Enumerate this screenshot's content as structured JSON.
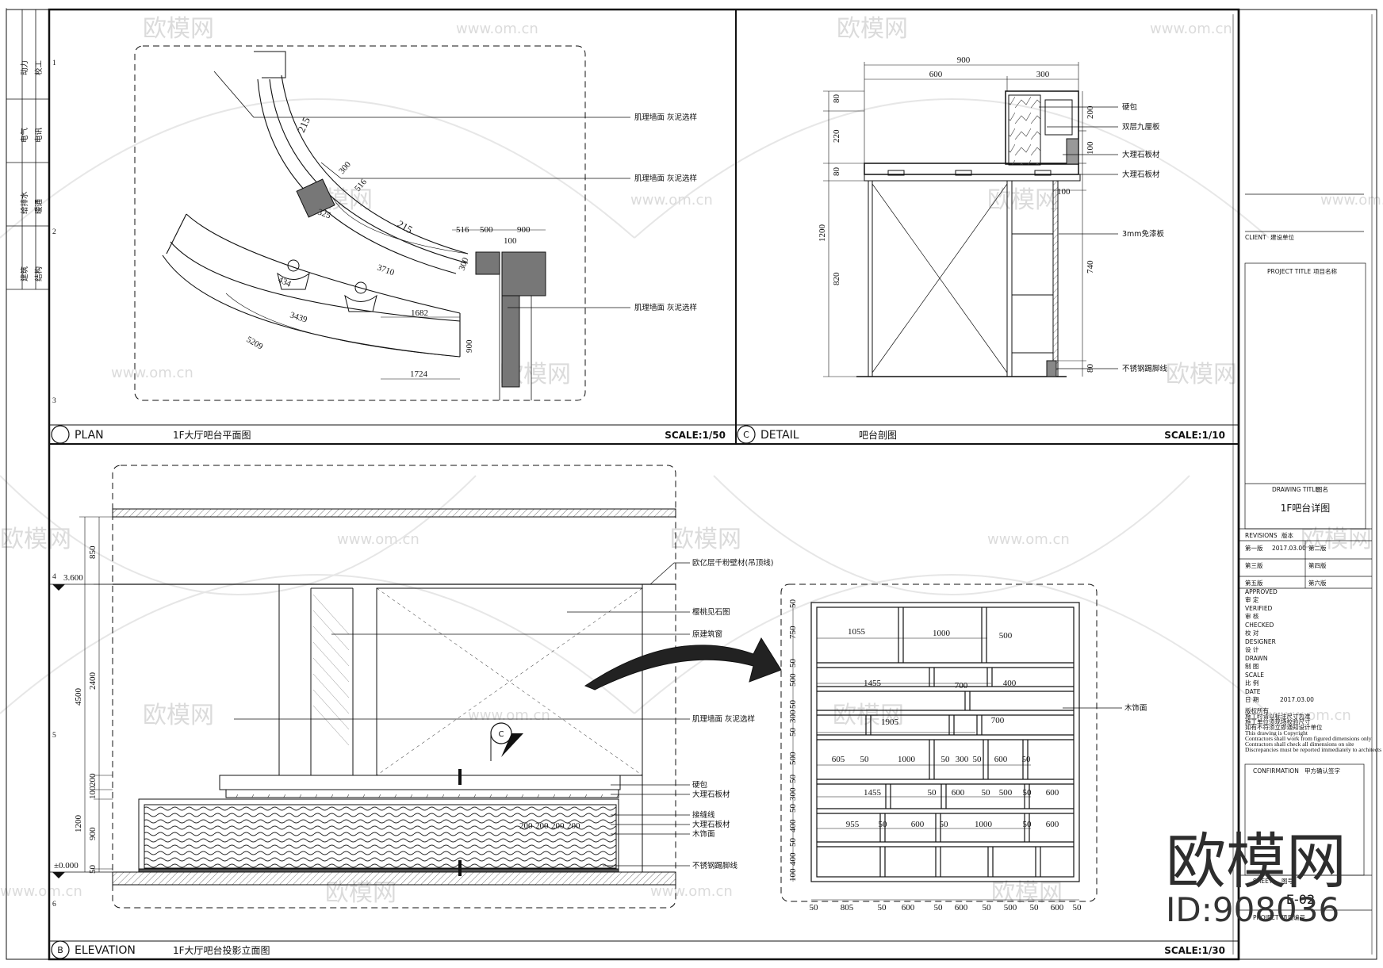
{
  "watermark": {
    "brand": "欧模网",
    "url": "www.om.cn",
    "large_brand": "欧模网",
    "id": "ID:908036"
  },
  "panels": {
    "plan": {
      "marker": "",
      "label": "PLAN",
      "title": "1F大厅吧台平面图",
      "scale": "SCALE:1/50"
    },
    "detail": {
      "marker": "C",
      "label": "DETAIL",
      "title": "吧台剖图",
      "scale": "SCALE:1/10"
    },
    "elevation": {
      "marker": "B",
      "label": "ELEVATION",
      "title": "1F大厅吧台投影立面图",
      "scale": "SCALE:1/30"
    }
  },
  "left_margin": {
    "labels": [
      "动力",
      "校工",
      "电气",
      "电讯",
      "给排水",
      "暖通",
      "建筑",
      "结构"
    ],
    "row_numbers": [
      "1",
      "2",
      "3",
      "4",
      "5",
      "6"
    ]
  },
  "plan_view": {
    "callouts": [
      "肌理墙面 灰泥选样",
      "肌理墙面 灰泥选样",
      "肌理墙面 灰泥选样"
    ],
    "dims": [
      "215",
      "300",
      "516",
      "215",
      "516",
      "500",
      "900",
      "100",
      "300",
      "3710",
      "1682",
      "900",
      "1724",
      "3439",
      "5209",
      "434",
      "325"
    ]
  },
  "detail_view": {
    "dims_top": [
      "900",
      "600",
      "300"
    ],
    "dims_left": [
      "80",
      "220",
      "80",
      "1200",
      "820"
    ],
    "dims_right": [
      "200",
      "100",
      "100",
      "740",
      "80"
    ],
    "callouts": [
      "硬包",
      "双层九厘板",
      "大理石板材",
      "大理石板材",
      "3mm免漆板",
      "不锈钢踢脚线"
    ]
  },
  "elevation_view": {
    "level_marks": [
      "3.600",
      "±0.000"
    ],
    "dims_left": [
      "850",
      "4500",
      "2400",
      "200",
      "100",
      "1200",
      "900",
      "50"
    ],
    "section_marker": "C",
    "callouts": [
      "欧亿层千粉壁材(吊顶线)",
      "樱桃见石图",
      "原建筑窗",
      "肌理墙面 灰泥选样",
      "硬包",
      "大理石板材",
      "接缝线",
      "大理石板材",
      "木饰面",
      "不锈钢踢脚线"
    ],
    "panel_dims": [
      "200",
      "200",
      "200",
      "200"
    ]
  },
  "shelf_view": {
    "callout": "木饰面",
    "left_dims": [
      "50",
      "750",
      "50",
      "500",
      "50",
      "300",
      "50",
      "500",
      "50",
      "300",
      "50",
      "400",
      "50",
      "400",
      "100"
    ],
    "rows": [
      [
        "1055",
        "1000",
        "500"
      ],
      [
        "1455",
        "700",
        "400"
      ],
      [
        "1905",
        "700"
      ],
      [
        "605",
        "50",
        "1000",
        "50",
        "300",
        "50",
        "600",
        "50"
      ],
      [
        "1455",
        "50",
        "600",
        "50",
        "500",
        "50",
        "600"
      ],
      [
        "955",
        "50",
        "600",
        "50",
        "1000",
        "50",
        "600"
      ]
    ],
    "bottom_dims": [
      "50",
      "805",
      "50",
      "600",
      "50",
      "600",
      "50",
      "500",
      "50",
      "600",
      "50"
    ]
  },
  "title_block": {
    "client_label": "CLIENT",
    "client_cn": "建设单位",
    "project_label": "PROJECT TITLE",
    "project_cn": "项目名称",
    "drawing_label": "DRAWING TITLE",
    "drawing_cn": "图名",
    "drawing_title": "1F吧台详图",
    "revisions_label": "REVISIONS",
    "revisions_cn": "版本",
    "rev": [
      "第一版",
      "2017.03.00",
      "第二版",
      "第三版",
      "第四版",
      "第五版",
      "第六版"
    ],
    "approved_label": "APPROVED",
    "approved_cn": "审 定",
    "verified_label": "VERIFIED",
    "verified_cn": "审 核",
    "checked_label": "CHECKED",
    "checked_cn": "校 对",
    "designer_label": "DESIGNER",
    "designer_cn": "设 计",
    "drawn_label": "DRAWN",
    "drawn_cn": "制 图",
    "scale_label": "SCALE",
    "scale_cn": "比 例",
    "date_label": "DATE",
    "date_cn": "日 期",
    "date_value": "2017.03.00",
    "notes": [
      "版权所有",
      "施工时请以标注尺寸为准",
      "施工单位须现场校验尺寸",
      "如有不符须立即通知设计单位",
      "This drawing is Copyright",
      "Contractors shall work from figured dimensions only",
      "Contractors shall check all dimensions on site",
      "Discrepancies must be reported immediately to architects"
    ],
    "confirmation_label": "CONFIRMATION",
    "confirmation_cn": "甲方确认签字",
    "sheet_label": "SHEET",
    "sheet_cn": "图号",
    "sheet_no": "E-02",
    "project_no_label": "PROJECT",
    "project_no_cn": "项目编号"
  }
}
